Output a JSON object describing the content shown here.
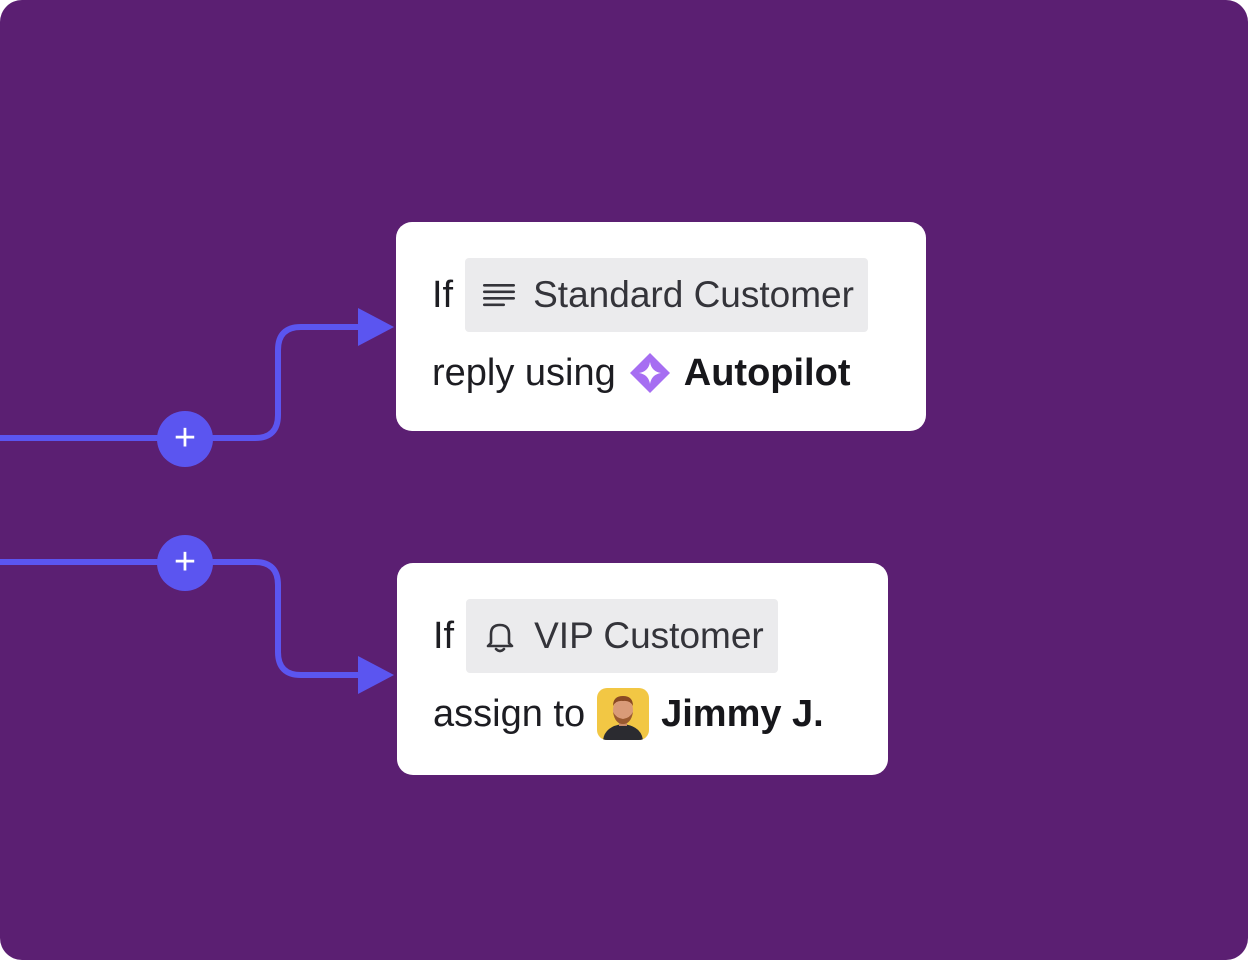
{
  "colors": {
    "background": "#5b1f72",
    "connector": "#5b55f0",
    "card": "#ffffff",
    "chip": "#ebebed",
    "autopilot_accent": "#a66ef2",
    "avatar_bg": "#f2c744"
  },
  "rules": [
    {
      "condition_prefix": "If",
      "condition_icon": "text-lines-icon",
      "condition_label": "Standard Customer",
      "action_prefix": "reply using",
      "action_icon": "autopilot-sparkle-icon",
      "action_target": "Autopilot"
    },
    {
      "condition_prefix": "If",
      "condition_icon": "bell-icon",
      "condition_label": "VIP Customer",
      "action_prefix": "assign to",
      "action_icon": "user-avatar",
      "action_target": "Jimmy J."
    }
  ],
  "add_buttons": [
    {
      "icon": "plus-icon",
      "label": "+"
    },
    {
      "icon": "plus-icon",
      "label": "+"
    }
  ]
}
